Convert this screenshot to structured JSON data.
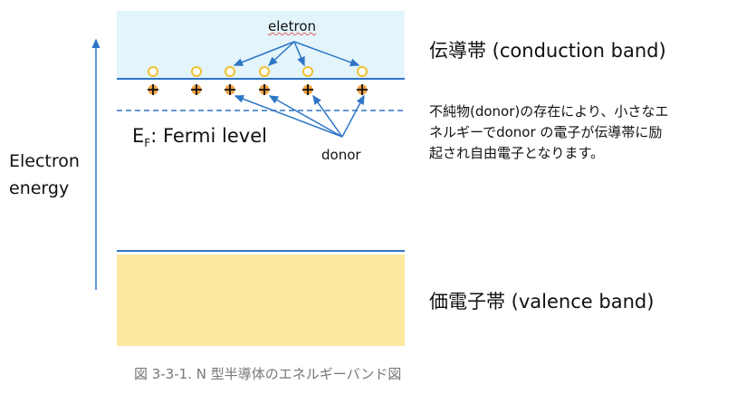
{
  "labels": {
    "electron": "eletron",
    "donor": "donor",
    "fermi_symbol": "E",
    "fermi_subscript": "F",
    "fermi_text": ": Fermi level",
    "axis_line1": "Electron",
    "axis_line2": "energy",
    "conduction_band": "伝導帯 (conduction band)",
    "valence_band": "価電子帯 (valence band)",
    "description": [
      "不純物(donor)の存在により、小さなエ",
      "ネルギーでdonor の電子が伝導帯に励",
      "起され自由電子となります。"
    ],
    "caption": "図 3-3-1. N 型半導体のエネルギーバンド図"
  },
  "colors": {
    "conduction": "#e3f4fb",
    "valence": "#fde9a0",
    "line": "#2e75c6",
    "electron": "#f0c030",
    "donor": "#f0a040"
  }
}
